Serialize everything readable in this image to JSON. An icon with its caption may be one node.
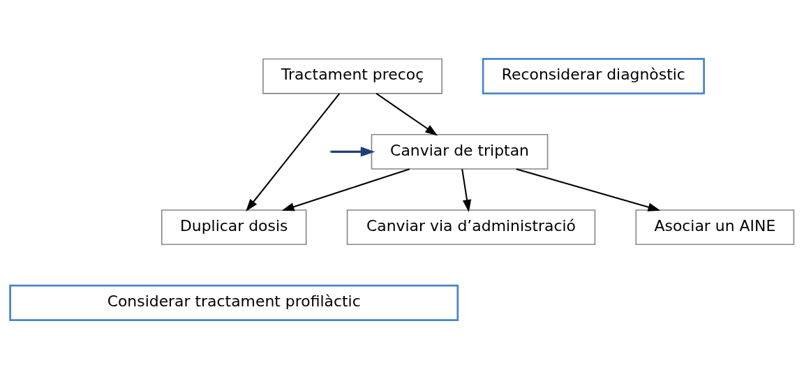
{
  "diagram": {
    "nodes": [
      {
        "text": [
          "Tractament precoç"
        ]
      },
      {
        "text": [
          "Reconsiderar diagnòstic"
        ]
      },
      {
        "text": [
          "Canviar de triptan"
        ]
      },
      {
        "text": [
          "Duplicar dosis"
        ]
      },
      {
        "text": [
          "Canviar via d’administració"
        ]
      },
      {
        "text": [
          "Asociar un AINE"
        ]
      },
      {
        "text": [
          "Considerar tractament profilàctic"
        ]
      }
    ],
    "edges": [
      {
        "from": 0,
        "to": 2,
        "arrow": "to"
      },
      {
        "from": 0,
        "to": 3,
        "arrow": "to"
      },
      {
        "from": null,
        "to": 2,
        "arrow": "to",
        "color": "#1f3f7a"
      },
      {
        "from": 2,
        "to": 3,
        "arrow": "to"
      },
      {
        "from": 2,
        "to": 4,
        "arrow": "to"
      },
      {
        "from": 2,
        "to": 5,
        "arrow": "to"
      }
    ]
  }
}
